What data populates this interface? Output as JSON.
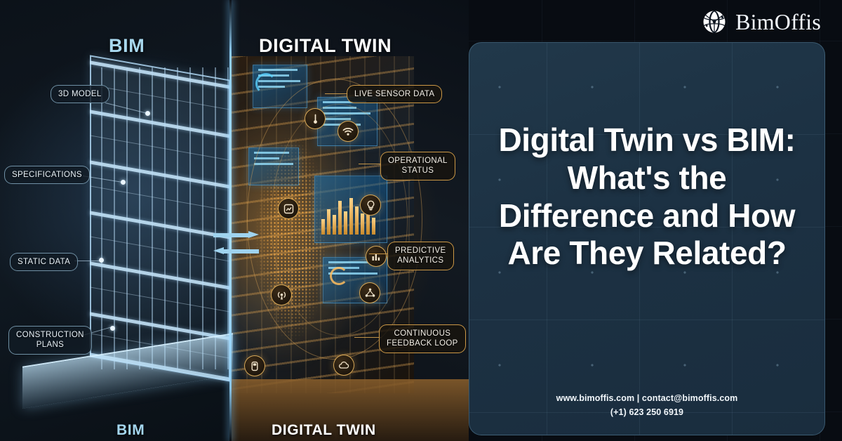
{
  "brand": {
    "name": "BimOffis",
    "mark": "globe-network-icon"
  },
  "illustration": {
    "headers": {
      "bim_top": "BIM",
      "dt_top": "DIGITAL TWIN",
      "bim_bottom": "BIM",
      "dt_bottom": "DIGITAL TWIN"
    },
    "bim_callouts": [
      {
        "label": "3D MODEL"
      },
      {
        "label": "SPECIFICATIONS"
      },
      {
        "label": "STATIC DATA"
      },
      {
        "label": "CONSTRUCTION\nPLANS"
      }
    ],
    "dt_callouts": [
      {
        "label": "LIVE SENSOR DATA"
      },
      {
        "label": "OPERATIONAL\nSTATUS"
      },
      {
        "label": "PREDICTIVE\nANALYTICS"
      },
      {
        "label": "CONTINUOUS\nFEEDBACK LOOP"
      }
    ],
    "dt_icons": [
      {
        "name": "thermometer-icon"
      },
      {
        "name": "wifi-icon"
      },
      {
        "name": "gauge-icon"
      },
      {
        "name": "lightbulb-icon"
      },
      {
        "name": "bar-chart-icon"
      },
      {
        "name": "network-nodes-icon"
      },
      {
        "name": "signal-tower-icon"
      },
      {
        "name": "cloud-sync-icon"
      },
      {
        "name": "battery-icon"
      }
    ],
    "exchange_arrows": {
      "forward": "arrow-right-icon",
      "back": "arrow-left-icon"
    }
  },
  "panel": {
    "headline": "Digital Twin vs BIM: What's the Difference and How Are They Related?",
    "contact_line1": "www.bimoffis.com | contact@bimoffis.com",
    "contact_line2": "(+1) 623 250 6919"
  },
  "colors": {
    "bim_accent": "#a9d9ef",
    "dt_accent": "#e0a855",
    "panel_bg": "#1e3545",
    "page_bg": "#080c12",
    "text_white": "#ffffff"
  }
}
